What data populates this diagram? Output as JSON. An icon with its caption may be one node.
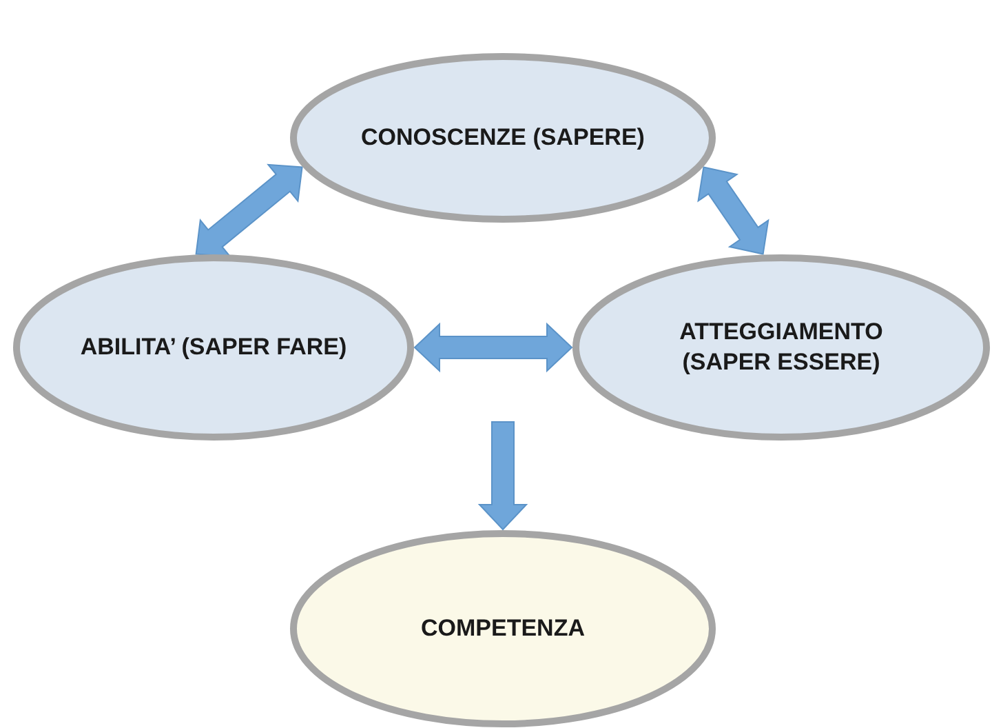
{
  "diagram": {
    "nodes": [
      {
        "text": [
          "CONOSCENZE (SAPERE)"
        ]
      },
      {
        "text": [
          "ABILITA’ (SAPER FARE)"
        ]
      },
      {
        "text": [
          "ATTEGGIAMENTO (SAPER ESSERE)"
        ]
      },
      {
        "text": [
          "COMPETENZA"
        ]
      }
    ],
    "edges": [
      {
        "from": 1,
        "to": 0,
        "arrow": "both"
      },
      {
        "from": 0,
        "to": 2,
        "arrow": "both"
      },
      {
        "from": 1,
        "to": 2,
        "arrow": "both"
      },
      {
        "from": null,
        "to": 3,
        "arrow": "to"
      }
    ]
  }
}
